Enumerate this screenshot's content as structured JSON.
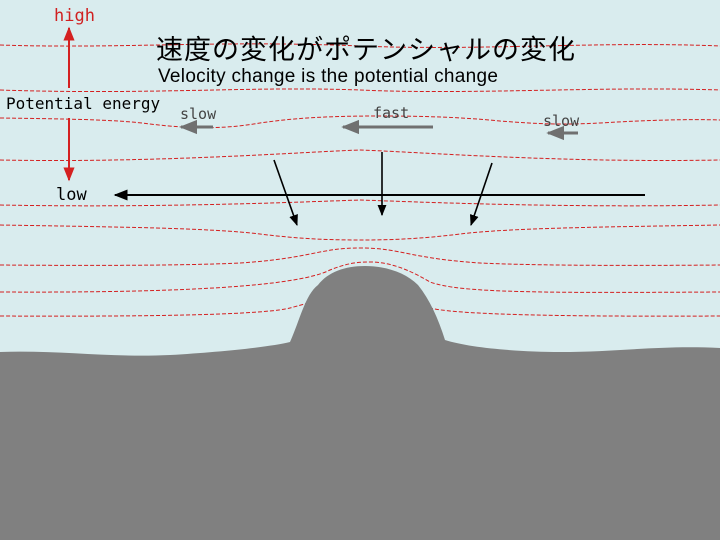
{
  "title": "速度の変化がポテンシャルの変化",
  "subtitle": "Velocity change is the potential change",
  "axis": {
    "high_label": "high",
    "quantity_label": "Potential energy",
    "low_label": "low"
  },
  "velocity_labels": {
    "left": "slow",
    "center": "fast",
    "right": "slow"
  },
  "colors": {
    "background": "#d9ecee",
    "contour": "#d42020",
    "terrain": "#808080",
    "velocity_arrow": "#707070",
    "ink": "#000000"
  },
  "contour_count": 9,
  "velocity_vectors": [
    {
      "label": "slow",
      "relative_speed": "slow"
    },
    {
      "label": "fast",
      "relative_speed": "fast"
    },
    {
      "label": "slow",
      "relative_speed": "slow"
    }
  ],
  "force_arrows": [
    "left-tilted",
    "vertical",
    "right-tilted"
  ]
}
